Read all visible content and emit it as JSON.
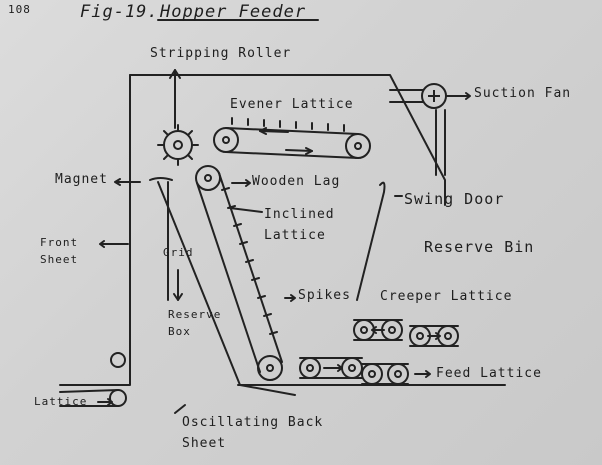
{
  "figure": {
    "page_number": "108",
    "fig_label": "Fig-19.",
    "title": "Hopper Feeder"
  },
  "labels": {
    "stripping_roller": "Stripping Roller",
    "evener_lattice": "Evener Lattice",
    "suction_fan": "Suction Fan",
    "magnet": "Magnet",
    "wooden_lag": "Wooden Lag",
    "inclined_lattice": "Inclined Lattice",
    "swing_door": "Swing Door",
    "front_sheet": "Front Sheet",
    "grid": "Grid",
    "reserve_bin": "Reserve Bin",
    "spikes": "Spikes",
    "creeper_lattice": "Creeper Lattice",
    "reserve_box": "Reserve Box",
    "feed_lattice": "Feed Lattice",
    "lattice": "Lattice",
    "oscillating_back_sheet": "Oscillating Back Sheet"
  }
}
